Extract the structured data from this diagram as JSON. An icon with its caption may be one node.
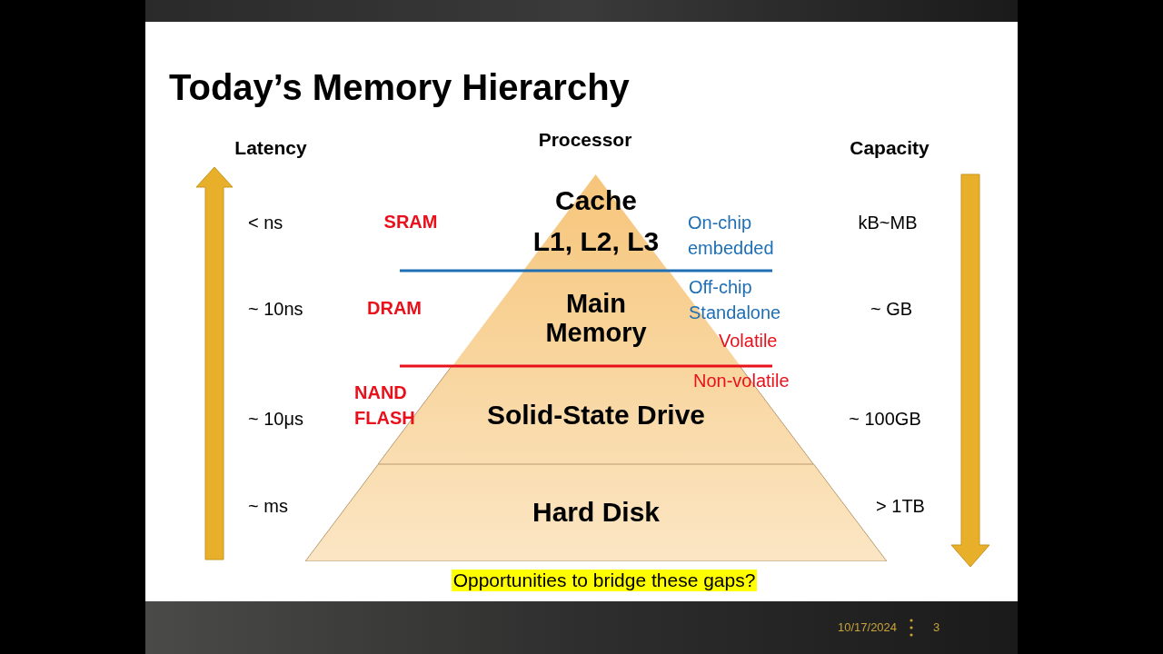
{
  "diagram": {
    "title": "Today’s Memory Hierarchy",
    "nodes": [
      {
        "text": [
          "Cache",
          "L1, L2, L3"
        ]
      },
      {
        "text": [
          "Main Memory"
        ]
      },
      {
        "text": [
          "Solid-State Drive"
        ]
      },
      {
        "text": [
          "Hard Disk"
        ]
      }
    ],
    "labels": [
      "Latency",
      "Processor",
      "Capacity",
      "< ns",
      "SRAM",
      "On-chip embedded",
      "kB~MB",
      "~ 10ns",
      "DRAM",
      "Off-chip Standalone",
      "~ GB",
      "Volatile",
      "Non-volatile",
      "NAND FLASH",
      "~ 10μs",
      "~ 100GB",
      "~ ms",
      "> 1TB",
      "Opportunities to bridge these gaps?",
      "10/17/2024",
      "3"
    ]
  }
}
